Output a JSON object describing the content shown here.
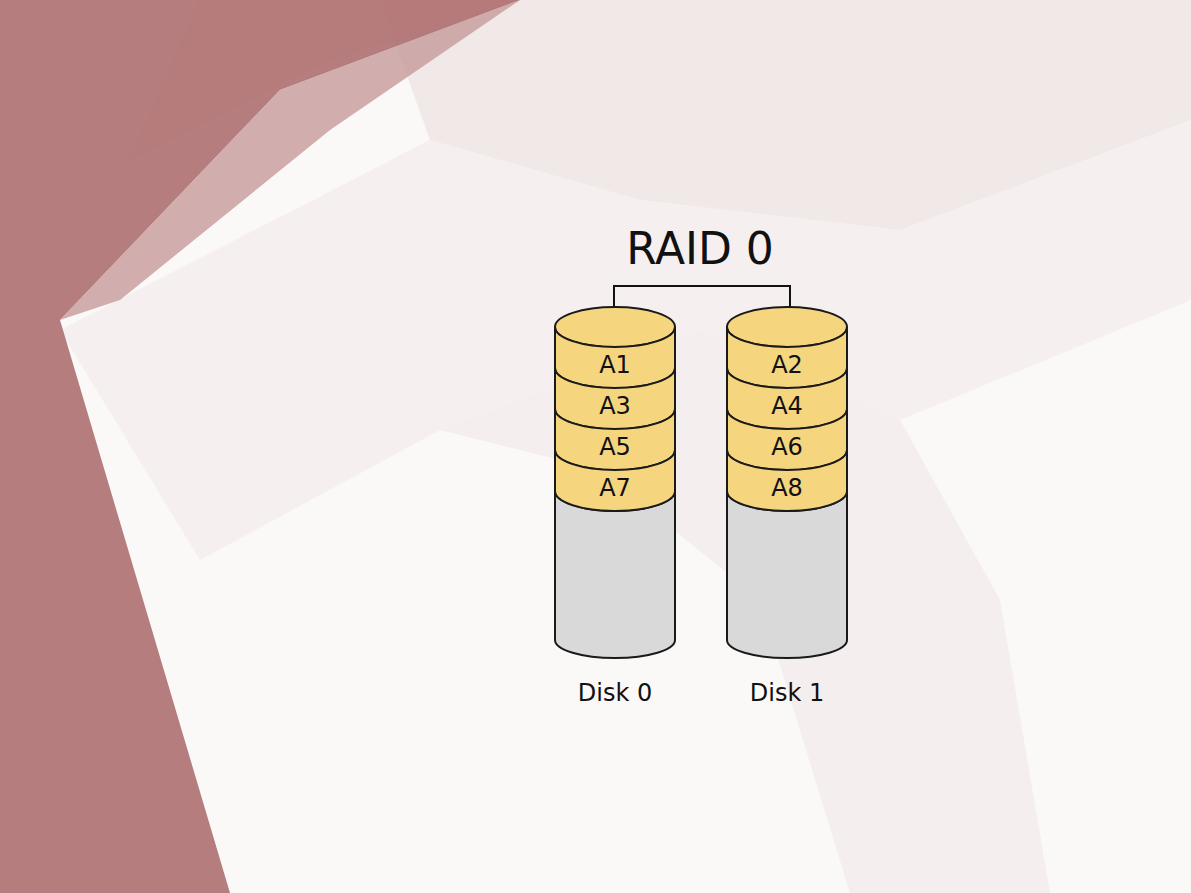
{
  "diagram": {
    "title": "RAID 0",
    "nodes": [
      {
        "text": [
          "Disk 0"
        ]
      },
      {
        "text": [
          "A1"
        ],
        "in": 0
      },
      {
        "text": [
          "A3"
        ],
        "in": 0
      },
      {
        "text": [
          "A5"
        ],
        "in": 0
      },
      {
        "text": [
          "A7"
        ],
        "in": 0
      },
      {
        "text": [
          "Disk 1"
        ]
      },
      {
        "text": [
          "A2"
        ],
        "in": 5
      },
      {
        "text": [
          "A4"
        ],
        "in": 5
      },
      {
        "text": [
          "A6"
        ],
        "in": 5
      },
      {
        "text": [
          "A8"
        ],
        "in": 5
      }
    ]
  }
}
